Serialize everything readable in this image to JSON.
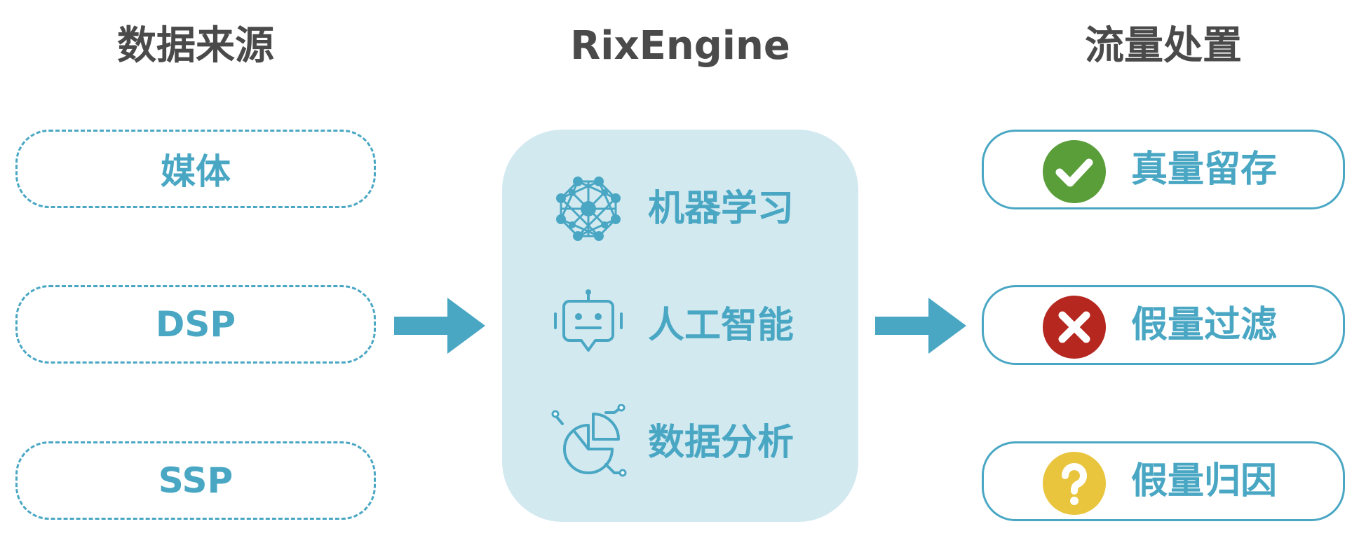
{
  "columns": {
    "sources_title": "数据来源",
    "engine_title": "RixEngine",
    "handling_title": "流量处置"
  },
  "sources": [
    {
      "label": "媒体"
    },
    {
      "label": "DSP"
    },
    {
      "label": "SSP"
    }
  ],
  "engine": {
    "items": [
      {
        "label": "机器学习",
        "icon": "neural-network-icon"
      },
      {
        "label": "人工智能",
        "icon": "robot-icon"
      },
      {
        "label": "数据分析",
        "icon": "pie-chart-icon"
      }
    ]
  },
  "outcomes": [
    {
      "label": "真量留存",
      "icon": "check-icon",
      "color": "#5a9e3a"
    },
    {
      "label": "假量过滤",
      "icon": "cross-icon",
      "color": "#b5271f"
    },
    {
      "label": "假量归因",
      "icon": "question-icon",
      "color": "#e9c53e"
    }
  ],
  "colors": {
    "accent": "#4aa7c4",
    "engine_bg": "#d3e9f0",
    "title_text": "#4a4a4a"
  }
}
